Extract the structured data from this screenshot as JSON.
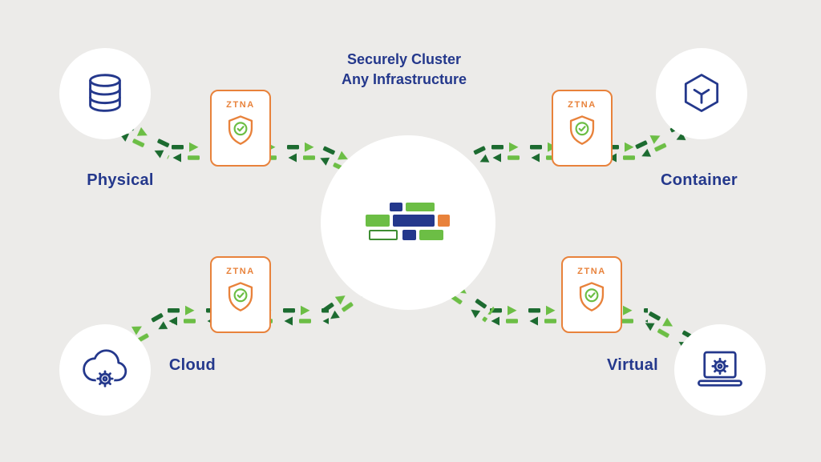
{
  "title": {
    "line1": "Securely Cluster",
    "line2": "Any Infrastructure"
  },
  "nodes": {
    "physical": {
      "label": "Physical",
      "icon": "database-icon"
    },
    "container": {
      "label": "Container",
      "icon": "cube-icon"
    },
    "cloud": {
      "label": "Cloud",
      "icon": "cloud-gear-icon"
    },
    "virtual": {
      "label": "Virtual",
      "icon": "laptop-gear-icon"
    }
  },
  "badge": {
    "label": "ZTNA",
    "icon": "shield-check-icon"
  },
  "center": {
    "icon": "cluster-logo"
  },
  "colors": {
    "background": "#ECEBE9",
    "navy": "#24388C",
    "light_green": "#6CBE45",
    "dark_green": "#1C6B30",
    "orange": "#E8823B",
    "node_fill": "#FFFFFF"
  }
}
